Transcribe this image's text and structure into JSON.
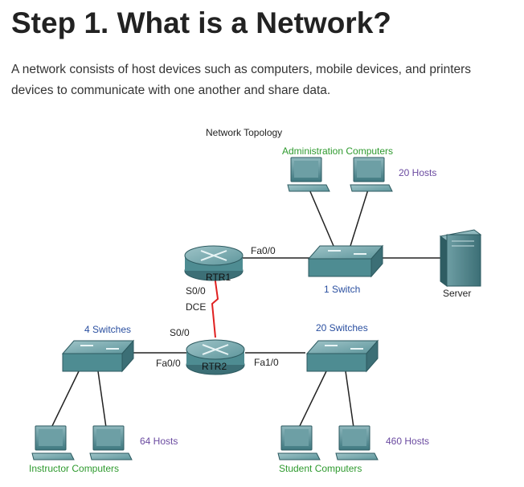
{
  "heading": "Step 1. What is a Network?",
  "intro": {
    "line1": "A network consists of host devices such as computers, mobile devices, and printers",
    "line2": "devices to communicate with one another and share data."
  },
  "diagram": {
    "title": "Network Topology",
    "groups": {
      "admin": "Administration Computers",
      "instructor": "Instructor Computers",
      "student": "Student Computers"
    },
    "hosts": {
      "admin": "20 Hosts",
      "instructor": "64 Hosts",
      "student": "460 Hosts"
    },
    "switches": {
      "admin": "1 Switch",
      "left": "4 Switches",
      "right": "20 Switches"
    },
    "routers": {
      "rtr1": "RTR1",
      "rtr2": "RTR2"
    },
    "interfaces": {
      "rtr1_fa00": "Fa0/0",
      "rtr1_s00": "S0/0",
      "dce": "DCE",
      "rtr2_s00": "S0/0",
      "rtr2_fa00": "Fa0/0",
      "rtr2_fa10": "Fa1/0"
    },
    "server": "Server",
    "colors": {
      "green_label": "#2e9a2e",
      "purple_label": "#6a4aa0",
      "blue_label": "#2a4fa0",
      "device_teal": "#4e8c92",
      "serial_link": "#e02020"
    }
  }
}
